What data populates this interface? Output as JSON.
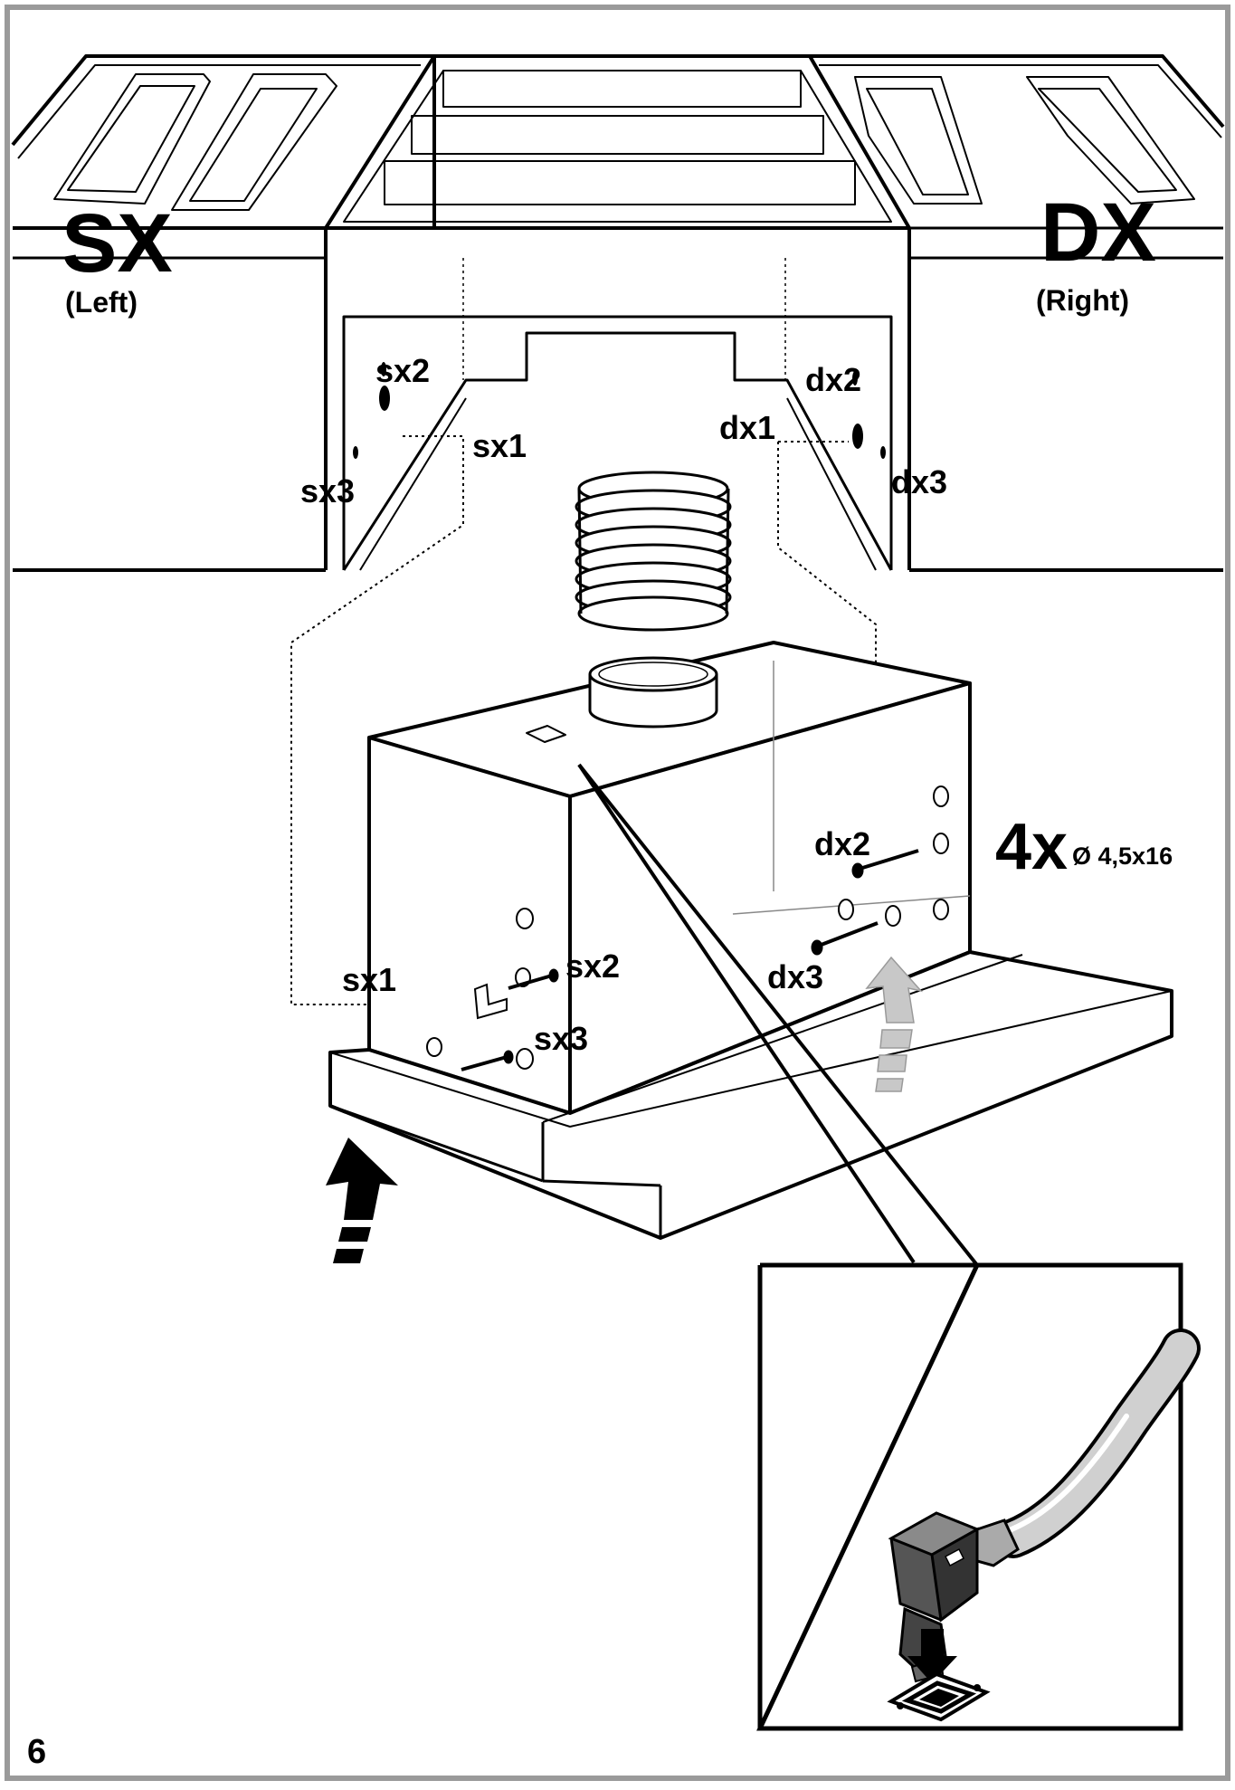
{
  "page": {
    "number": "6"
  },
  "sides": {
    "left": {
      "code": "SX",
      "name": "(Left)"
    },
    "right": {
      "code": "DX",
      "name": "(Right)"
    }
  },
  "holes": {
    "sx1": "sx1",
    "sx2": "sx2",
    "sx3": "sx3",
    "dx1": "dx1",
    "dx2": "dx2",
    "dx3": "dx3"
  },
  "screws": {
    "quantity": "4x",
    "size": "Ø 4,5x16"
  },
  "icons": [
    "up-arrow-icon",
    "down-arrow-icon",
    "power-plug-icon",
    "socket-icon",
    "screw-icon"
  ],
  "colors": {
    "line": "#000000",
    "frame": "#9a9a9a",
    "background": "#ffffff",
    "faded-arrow": "#c8c8c8"
  }
}
